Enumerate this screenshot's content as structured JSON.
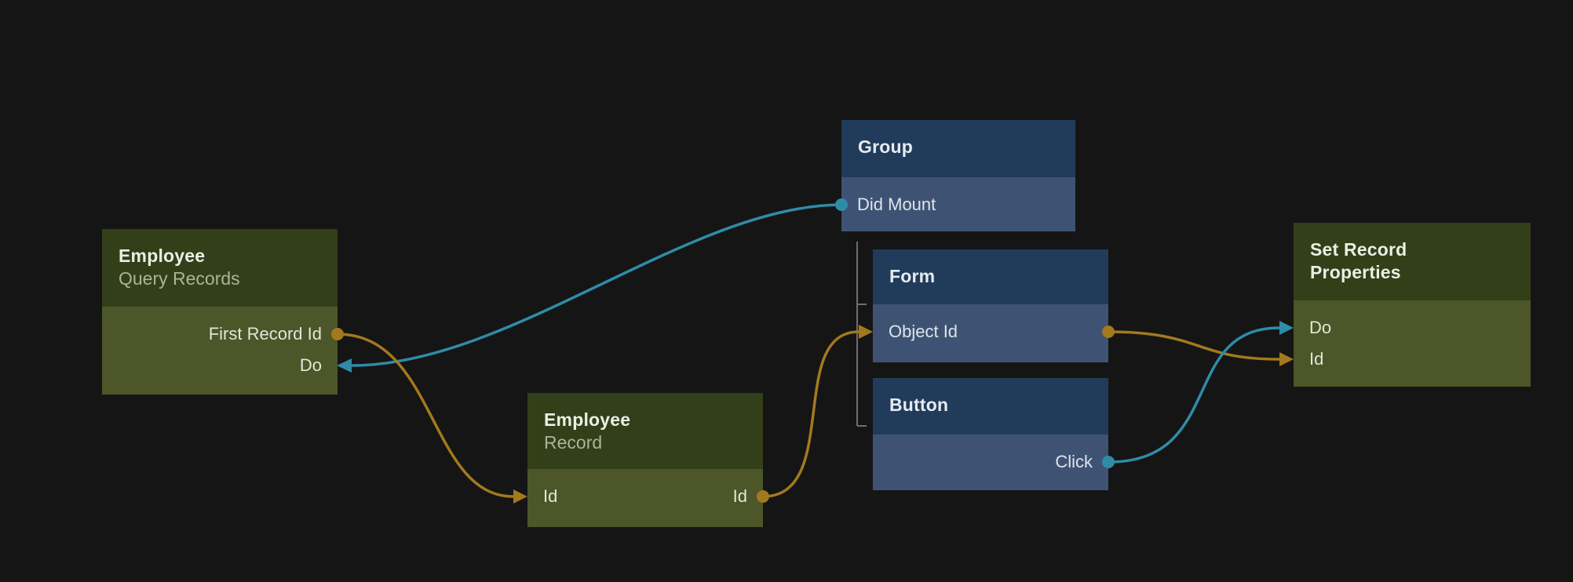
{
  "colors": {
    "background": "#151515",
    "node-green-header": "#333F19",
    "node-green-body": "#4C5628",
    "node-blue-header": "#213C5A",
    "node-blue-body": "#3E5373",
    "signal": "#2F8CA8",
    "data": "#A3791E",
    "tree-line": "#6E6E6E",
    "title-text": "#EAEFE4",
    "title-text-blue": "#E6EBF1",
    "subtitle-green": "#A9B49A",
    "row-text-green": "#E2E6DA",
    "row-text-blue": "#DFE4EB"
  },
  "nodes": [
    {
      "title": "Employee",
      "subtitle": "Query Records",
      "color": "green",
      "ports": [
        {
          "label": "First Record Id",
          "kind": "data-output",
          "side": "right"
        },
        {
          "label": "Do",
          "kind": "signal-input",
          "side": "right"
        }
      ]
    },
    {
      "title": "Group",
      "color": "blue",
      "ports": [
        {
          "label": "Did Mount",
          "kind": "signal-output",
          "side": "left"
        }
      ]
    },
    {
      "title": "Form",
      "color": "blue",
      "ports": [
        {
          "label": "Object Id",
          "kind": "data-input-output",
          "side": "both"
        }
      ]
    },
    {
      "title": "Button",
      "color": "blue",
      "ports": [
        {
          "label": "Click",
          "kind": "signal-output",
          "side": "right"
        }
      ]
    },
    {
      "title": "Employee",
      "subtitle": "Record",
      "color": "green",
      "ports": [
        {
          "label": "Id",
          "kind": "data-input",
          "side": "left"
        },
        {
          "label": "Id",
          "kind": "data-output",
          "side": "right"
        }
      ]
    },
    {
      "title": "Set Record Properties",
      "color": "green",
      "ports": [
        {
          "label": "Do",
          "kind": "signal-input",
          "side": "left"
        },
        {
          "label": "Id",
          "kind": "data-input",
          "side": "left"
        }
      ]
    }
  ],
  "hierarchy": {
    "parent": "Group",
    "children": [
      "Form",
      "Button"
    ]
  },
  "connections": [
    {
      "from": "Group.Did Mount",
      "to": "Employee Query Records.Do",
      "type": "signal"
    },
    {
      "from": "Employee Query Records.First Record Id",
      "to": "Employee Record.Id",
      "type": "data"
    },
    {
      "from": "Employee Record.Id",
      "to": "Form.Object Id",
      "type": "data"
    },
    {
      "from": "Form.Object Id",
      "to": "Set Record Properties.Id",
      "type": "data"
    },
    {
      "from": "Button.Click",
      "to": "Set Record Properties.Do",
      "type": "signal"
    }
  ]
}
